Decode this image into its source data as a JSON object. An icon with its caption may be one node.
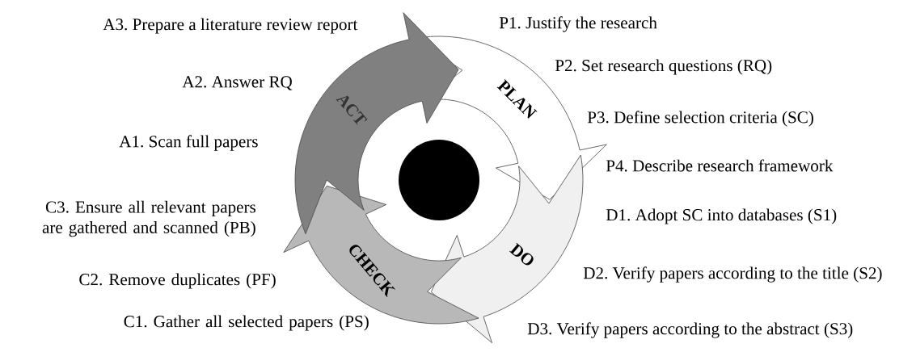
{
  "diagram": {
    "nodes": [
      {
        "text": [
          "PLAN"
        ]
      },
      {
        "text": [
          "DO"
        ]
      },
      {
        "text": [
          "CHECK"
        ]
      },
      {
        "text": [
          "ACT"
        ]
      },
      {
        "text": [],
        "shape": "circle"
      }
    ],
    "labels": [
      "A3. Prepare a literature review report",
      "P1. Justify the research",
      "A2. Answer RQ",
      "P2. Set research questions (RQ)",
      "P3. Define selection criteria (SC)",
      "A1. Scan full papers",
      "P4. Describe research framework",
      "C3. Ensure all relevant papers are gathered and scanned (PB)",
      "D1. Adopt SC into databases (S1)",
      "C2. Remove duplicates (PF)",
      "D2. Verify papers according to the title (S2)",
      "C1. Gather all selected papers (PS)",
      "D3. Verify papers according to the abstract (S3)"
    ]
  }
}
